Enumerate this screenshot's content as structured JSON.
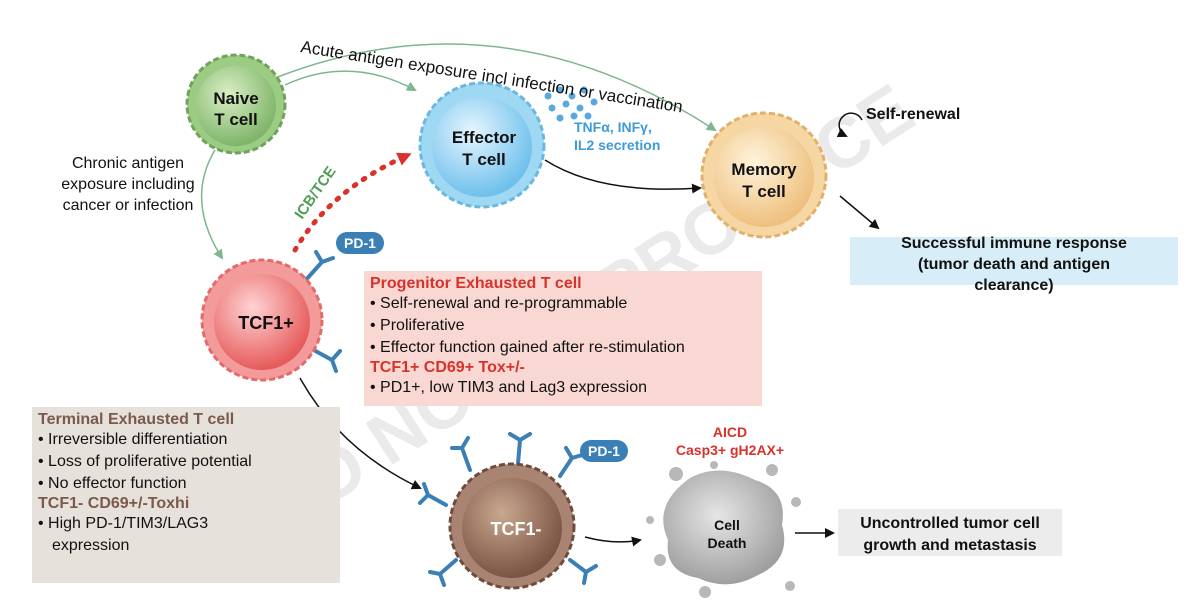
{
  "cells": {
    "naive": [
      "Naive",
      "T cell"
    ],
    "effector": [
      "Effector",
      "T cell"
    ],
    "memory": [
      "Memory",
      "T cell"
    ],
    "progenitor": "TCF1+",
    "terminal": "TCF1-",
    "death": [
      "Cell",
      "Death"
    ]
  },
  "labels": {
    "acute": "Acute antigen exposure incl infection or vaccination",
    "chronic": [
      "Chronic antigen",
      "exposure including",
      "cancer or infection"
    ],
    "icb": "ICB/TCE",
    "cytokines": [
      "TNFα, INFγ,",
      "IL2 secretion"
    ],
    "self_renewal": "Self-renewal",
    "pd1_top": "PD-1",
    "pd1_bottom": "PD-1",
    "aicd": [
      "AICD",
      "Casp3+ gH2AX+"
    ],
    "watermark": "DO NOT REPRODUCE"
  },
  "success_box": [
    "Successful immune response",
    "(tumor death and antigen",
    "clearance)"
  ],
  "progenitor_box": {
    "title": "Progenitor Exhausted T cell",
    "items": [
      "Self-renewal and re-programmable",
      "Proliferative",
      "Effector function gained after re-stimulation"
    ],
    "markers": "TCF1+ CD69+ Tox+/-",
    "marker_items": [
      "PD1+, low TIM3 and Lag3 expression"
    ]
  },
  "terminal_box": {
    "title": "Terminal Exhausted T cell",
    "items": [
      "Irreversible differentiation",
      "Loss of proliferative potential",
      "No effector function"
    ],
    "markers": "TCF1- CD69+/-Toxhi",
    "marker_items": [
      "High PD-1/TIM3/LAG3",
      "expression"
    ]
  },
  "outcome": [
    "Uncontrolled tumor cell",
    "growth and metastasis"
  ],
  "colors": {
    "red": "#d9322b",
    "brown": "#7a5a4a",
    "blue": "#3d9bd8",
    "green_arrow": "#7fb58f",
    "pd1_badge": "#3a7fb5"
  }
}
